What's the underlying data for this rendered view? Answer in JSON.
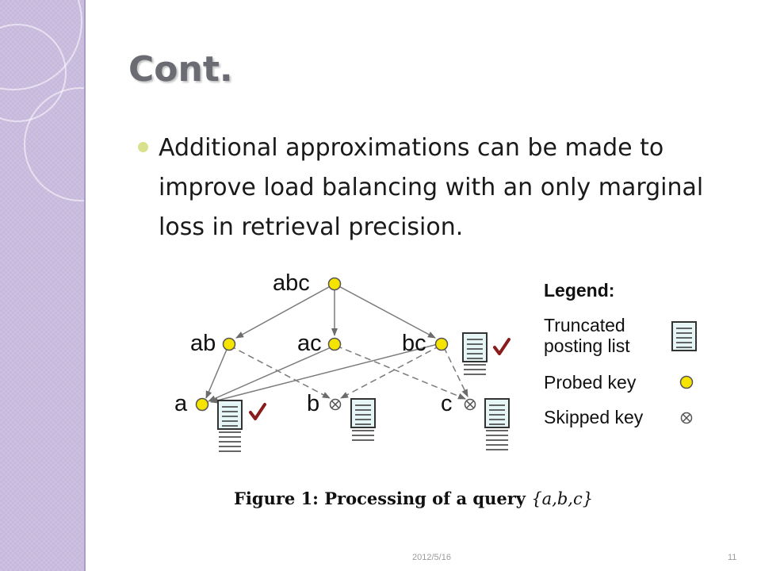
{
  "slide": {
    "title": "Cont.",
    "bullet": "Additional approximations can be made to improve load balancing with an only marginal loss in retrieval precision.",
    "footer_date": "2012/5/16",
    "page_number": "11"
  },
  "colors": {
    "sidebar": "#c6b9dc",
    "title": "#6b6b74",
    "bullet_dot": "#d9e18c",
    "node_fill": "#f5e400",
    "posting_fill": "#e6f6f7",
    "check": "#8a1c1c"
  },
  "figure": {
    "nodes": {
      "abc": "abc",
      "ab": "ab",
      "ac": "ac",
      "bc": "bc",
      "a": "a",
      "b": "b",
      "c": "c"
    },
    "legend": {
      "title": "Legend:",
      "truncated_line1": "Truncated",
      "truncated_line2": "posting list",
      "probed": "Probed key",
      "skipped": "Skipped key"
    },
    "caption_prefix": "Figure 1:  Processing of a query ",
    "caption_set": "{a,b,c}",
    "icons": {
      "posting": "posting-list-icon",
      "probed": "probed-key-icon",
      "skipped": "skipped-key-icon",
      "check": "check-mark-icon"
    }
  }
}
